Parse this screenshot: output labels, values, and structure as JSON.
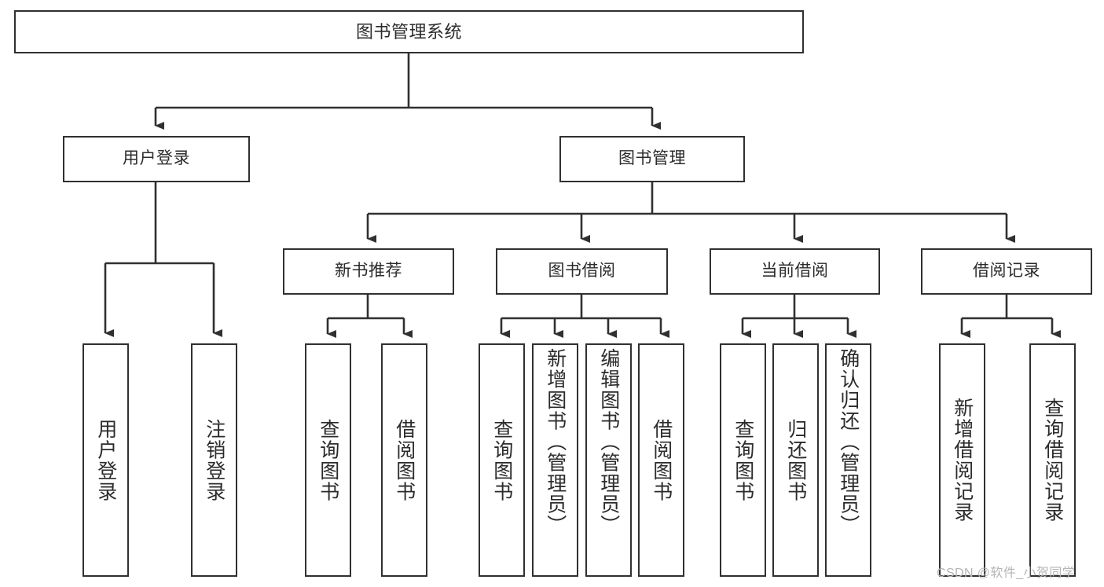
{
  "diagram": {
    "title": "图书管理系统",
    "type": "tree-hierarchy-chart",
    "box_fill": "#ffffff",
    "box_stroke": "#303030",
    "text_color": "#2b2b2b",
    "arrow_color": "#303030"
  },
  "watermark": {
    "text": "CSDN @软件_小贺同学",
    "color": "#b5b5b5"
  },
  "nodes": {
    "root": {
      "label": "图书管理系统"
    },
    "level1": [
      {
        "label": "用户登录"
      },
      {
        "label": "图书管理"
      }
    ],
    "level2": [
      {
        "label": "新书推荐"
      },
      {
        "label": "图书借阅"
      },
      {
        "label": "当前借阅"
      },
      {
        "label": "借阅记录"
      }
    ],
    "leaves": {
      "user_login": [
        {
          "label": "用户登录"
        },
        {
          "label": "注销登录"
        }
      ],
      "new_book": [
        {
          "label": "查询图书"
        },
        {
          "label": "借阅图书"
        }
      ],
      "book_borrow": [
        {
          "label": "查询图书"
        },
        {
          "label": "新增图书（管理员）"
        },
        {
          "label": "编辑图书（管理员）"
        },
        {
          "label": "借阅图书"
        }
      ],
      "current_borrow": [
        {
          "label": "查询图书"
        },
        {
          "label": "归还图书"
        },
        {
          "label": "确认归还（管理员）"
        }
      ],
      "borrow_record": [
        {
          "label": "新增借阅记录"
        },
        {
          "label": "查询借阅记录"
        }
      ]
    }
  }
}
